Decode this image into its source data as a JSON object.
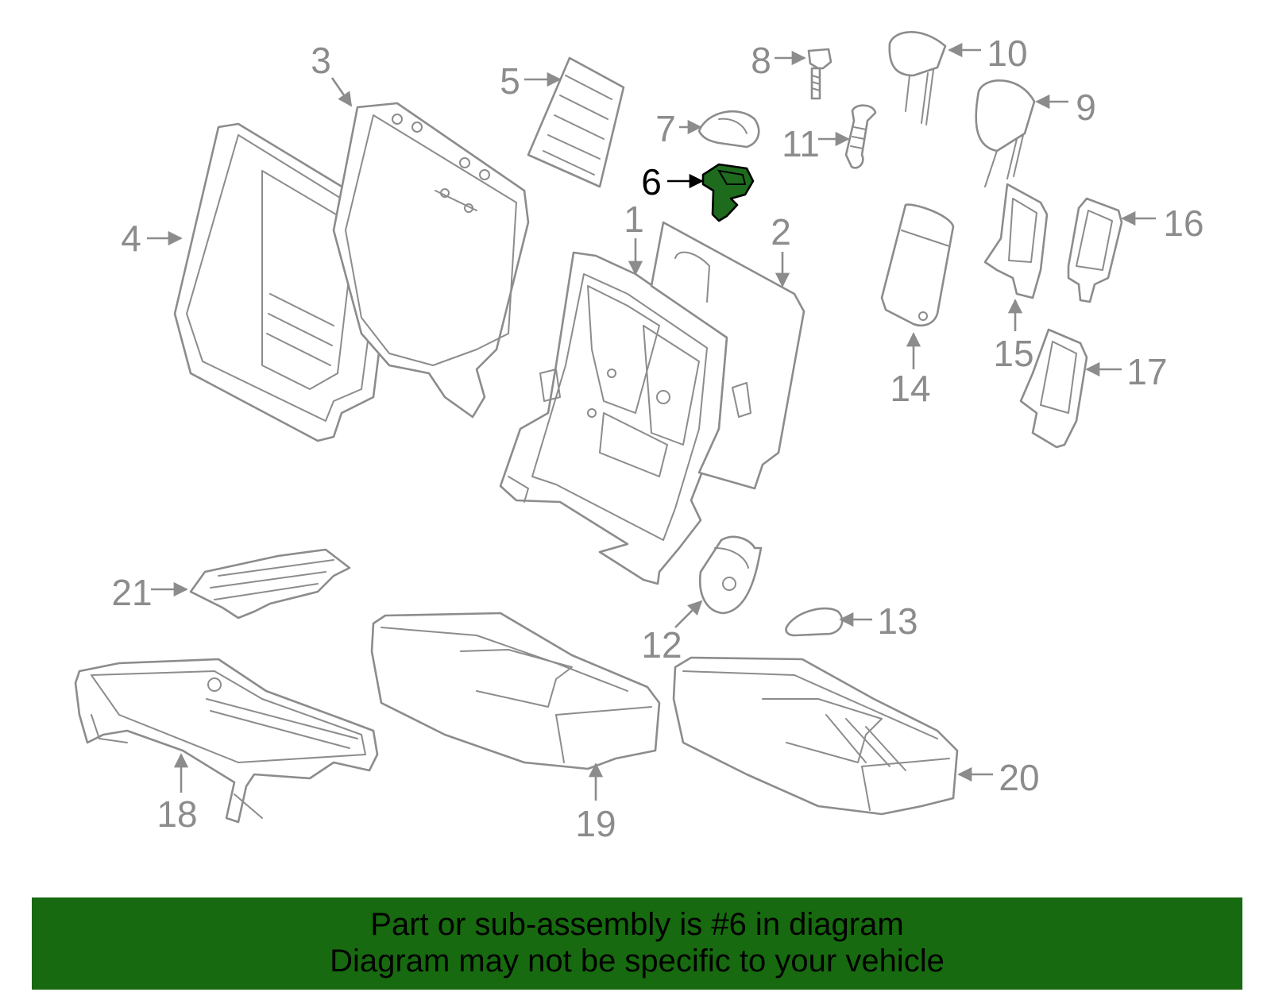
{
  "callouts": {
    "c1": "1",
    "c2": "2",
    "c3": "3",
    "c4": "4",
    "c5": "5",
    "c6": "6",
    "c7": "7",
    "c8": "8",
    "c9": "9",
    "c10": "10",
    "c11": "11",
    "c12": "12",
    "c13": "13",
    "c14": "14",
    "c15": "15",
    "c16": "16",
    "c17": "17",
    "c18": "18",
    "c19": "19",
    "c20": "20",
    "c21": "21"
  },
  "highlight": {
    "part": "6",
    "color": "#1e6b1e"
  },
  "banner": {
    "line1": "Part or sub-assembly is #6 in diagram",
    "line2": "Diagram may not be specific to your vehicle",
    "background": "#176a0f"
  }
}
